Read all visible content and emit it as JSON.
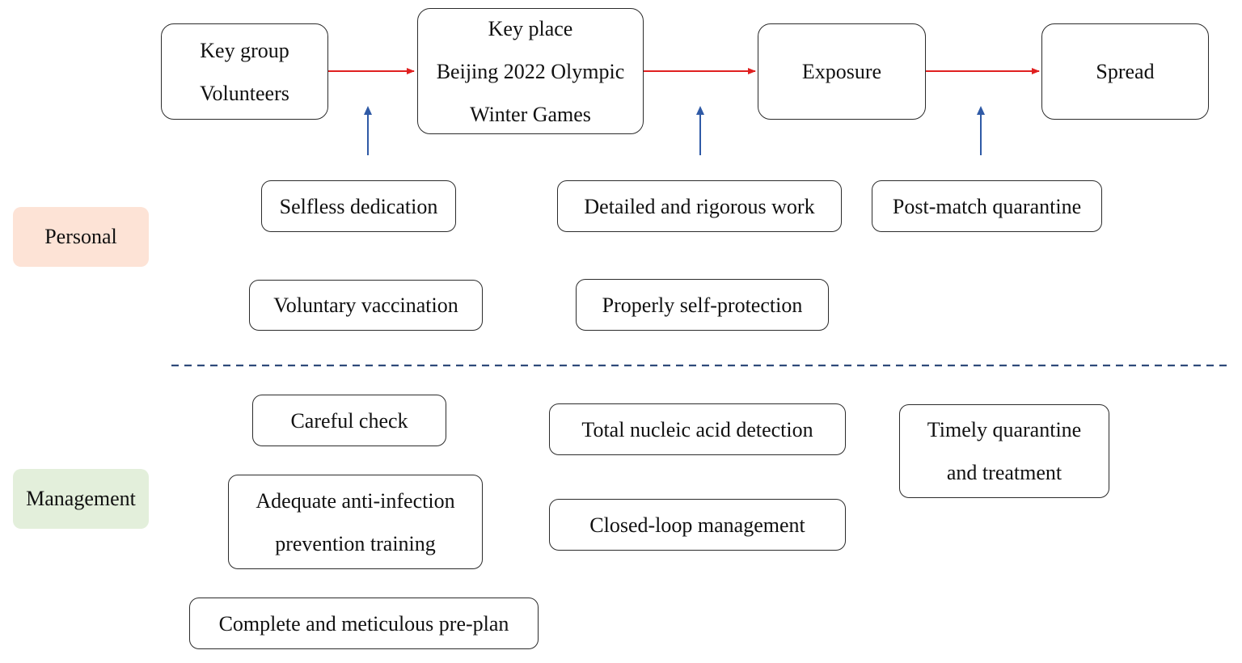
{
  "flow_nodes": [
    {
      "lines": [
        "Key group",
        "Volunteers"
      ]
    },
    {
      "lines": [
        "Key place",
        "Beijing  2022 Olympic",
        "Winter Games"
      ]
    },
    {
      "lines": [
        "Exposure"
      ]
    },
    {
      "lines": [
        "Spread"
      ]
    }
  ],
  "categories": {
    "personal": {
      "label": "Personal",
      "color": "#fde3d6"
    },
    "management": {
      "label": "Management",
      "color": "#e3efdb"
    }
  },
  "personal_measures": [
    {
      "lines": [
        "Selfless  dedication"
      ]
    },
    {
      "lines": [
        "Detailed and rigorous  work"
      ]
    },
    {
      "lines": [
        "Post-match quarantine"
      ]
    },
    {
      "lines": [
        "Voluntary  vaccination"
      ]
    },
    {
      "lines": [
        "Properly self-protection"
      ]
    }
  ],
  "management_measures": [
    {
      "lines": [
        "Careful check"
      ]
    },
    {
      "lines": [
        "Total nucleic acid detection"
      ]
    },
    {
      "lines": [
        "Timely  quarantine",
        "and treatment"
      ]
    },
    {
      "lines": [
        "Adequate anti-infection",
        "prevention training"
      ]
    },
    {
      "lines": [
        "Closed-loop management"
      ]
    },
    {
      "lines": [
        "Complete and meticulous pre-plan"
      ]
    }
  ],
  "colors": {
    "flow_arrow": "#e02020",
    "influence_arrow": "#2f5aa6",
    "divider": "#2f4a7a",
    "border": "#2b2b2b"
  }
}
